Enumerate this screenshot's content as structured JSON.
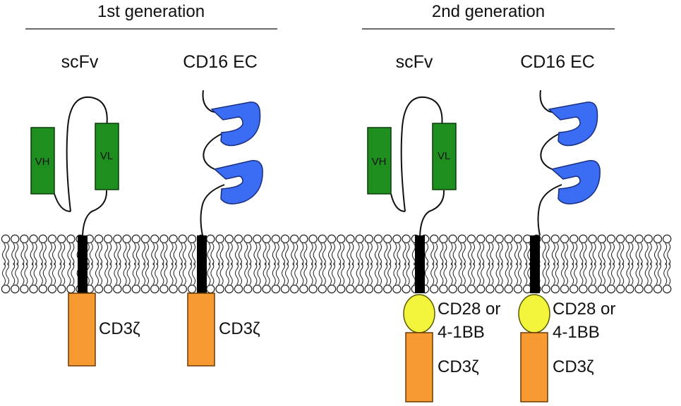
{
  "headings": {
    "gen1": "1st generation",
    "gen2": "2nd generation"
  },
  "constructs": {
    "gen1_scfv": {
      "title": "scFv",
      "vh": "VH",
      "vl": "VL",
      "signal": "CD3ζ"
    },
    "gen1_cd16": {
      "title": "CD16 EC",
      "signal": "CD3ζ"
    },
    "gen2_scfv": {
      "title": "scFv",
      "vh": "VH",
      "vl": "VL",
      "costim_line1": "CD28 or",
      "costim_line2": "4-1BB",
      "signal": "CD3ζ"
    },
    "gen2_cd16": {
      "title": "CD16 EC",
      "costim_line1": "CD28 or",
      "costim_line2": "4-1BB",
      "signal": "CD3ζ"
    }
  },
  "colors": {
    "scfv_domain": "#1e8f1e",
    "cd16_domain": "#3a6cf4",
    "costim_domain": "#f2f53c",
    "cd3z_domain": "#f79a32",
    "transmembrane": "#000000",
    "membrane_stroke": "#222222",
    "text": "#111111"
  }
}
